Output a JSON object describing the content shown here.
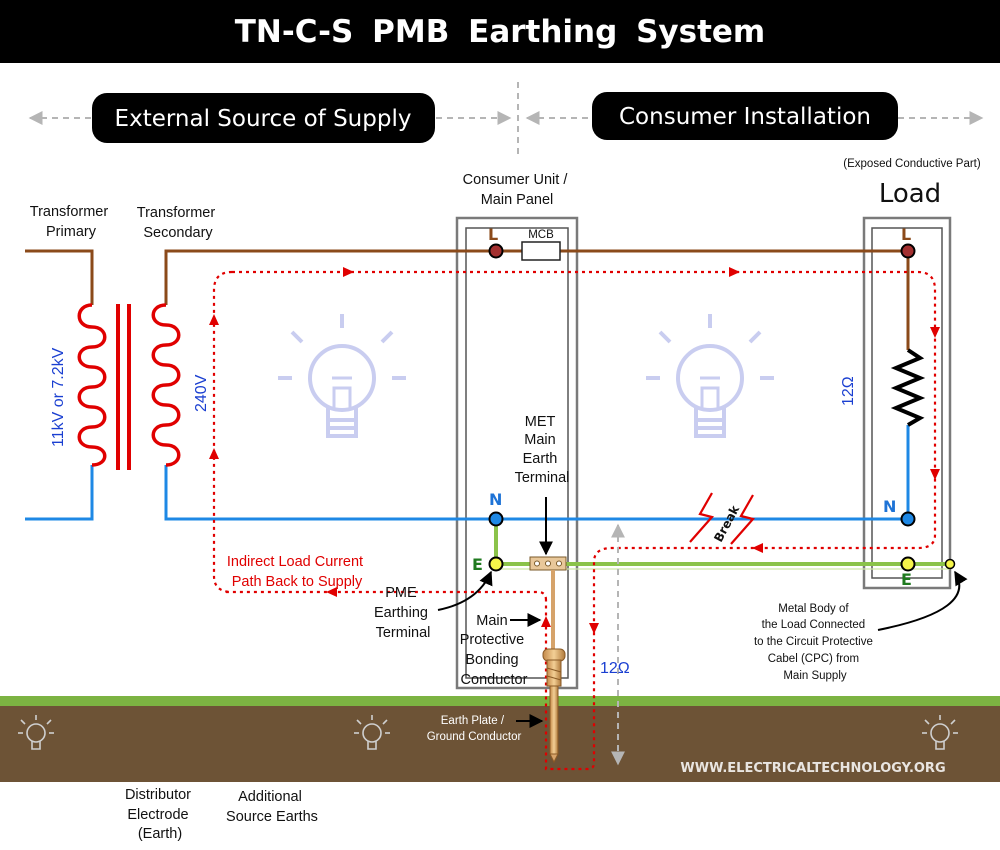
{
  "title": "TN-C-S  PMB  Earthing  System",
  "sections": {
    "external": "External  Source  of  Supply",
    "consumer": "Consumer Installation"
  },
  "labels": {
    "transformer_primary": [
      "Transformer",
      "Primary"
    ],
    "transformer_secondary": [
      "Transformer",
      "Secondary"
    ],
    "primary_voltage": "11kV or 7.2kV",
    "secondary_voltage": "240V",
    "consumer_unit": [
      "Consumer Unit /",
      "Main Panel"
    ],
    "mcb": "MCB",
    "exposed_part": "(Exposed Conductive Part)",
    "load": "Load",
    "load_resistance": "12Ω",
    "met": [
      "MET",
      "Main",
      "Earth",
      "Terminal"
    ],
    "break": "Break",
    "indirect_path": [
      "Indirect Load Current",
      "Path Back to Supply"
    ],
    "pme_terminal": [
      "PME",
      "Earthing",
      "Terminal"
    ],
    "bonding_conductor": [
      "Main",
      "Protective",
      "Bonding",
      "Conductor"
    ],
    "ground_resistance": "12Ω",
    "earth_plate": [
      "Earth Plate /",
      "Ground Conductor"
    ],
    "metal_body": [
      "Metal Body of",
      "the Load Connected",
      "to the Circuit Protective",
      "Cabel (CPC) from",
      "Main Supply"
    ],
    "distributor_electrode": [
      "Distributor",
      "Electrode",
      "(Earth)"
    ],
    "additional_earths": [
      "Additional",
      "Source Earths"
    ],
    "watermark": "WWW.ELECTRICALTECHNOLOGY.ORG"
  },
  "terminals": {
    "line": "L",
    "neutral": "N",
    "earth": "E"
  },
  "colors": {
    "line": "#8b4a1a",
    "neutral": "#1e88e5",
    "earth": "#8bc34a",
    "coil": "#e00000",
    "current_path": "#e00000",
    "ground": "#6d5336",
    "grass": "#7cb342"
  }
}
